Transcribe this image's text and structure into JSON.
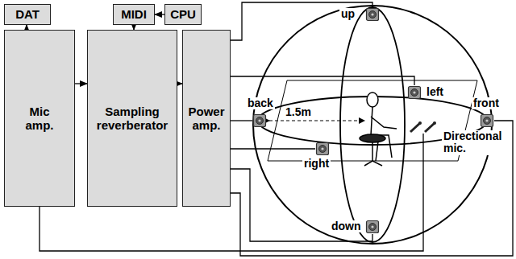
{
  "diagram": {
    "nodes": [
      {
        "text": [
          "DAT"
        ]
      },
      {
        "text": [
          "MIDI"
        ]
      },
      {
        "text": [
          "CPU"
        ]
      },
      {
        "text": [
          "Mic amp."
        ]
      },
      {
        "text": [
          "Sampling reverberator"
        ]
      },
      {
        "text": [
          "Power amp."
        ]
      },
      {
        "text": [
          "up"
        ]
      },
      {
        "text": [
          "left"
        ]
      },
      {
        "text": [
          "back"
        ]
      },
      {
        "text": [
          "front"
        ]
      },
      {
        "text": [
          "right"
        ]
      },
      {
        "text": [
          "down"
        ]
      },
      {
        "text": [
          "Directional mic."
        ]
      }
    ],
    "edges": [
      {
        "from": 3,
        "to": 0,
        "arrow": "to"
      },
      {
        "from": 2,
        "to": 1,
        "arrow": "to"
      },
      {
        "from": 1,
        "to": 4,
        "arrow": "to"
      },
      {
        "from": 3,
        "to": 4,
        "arrow": "to"
      },
      {
        "from": 4,
        "to": 5,
        "arrow": "to"
      },
      {
        "from": 5,
        "to": 6,
        "arrow": "none"
      },
      {
        "from": 5,
        "to": 7,
        "arrow": "none"
      },
      {
        "from": 5,
        "to": 8,
        "arrow": "none"
      },
      {
        "from": 5,
        "to": 9,
        "arrow": "none"
      },
      {
        "from": 5,
        "to": 10,
        "arrow": "none"
      },
      {
        "from": 5,
        "to": 11,
        "arrow": "none"
      },
      {
        "from": 12,
        "to": 3,
        "arrow": "none"
      }
    ],
    "labels": [
      "1.5m"
    ]
  }
}
